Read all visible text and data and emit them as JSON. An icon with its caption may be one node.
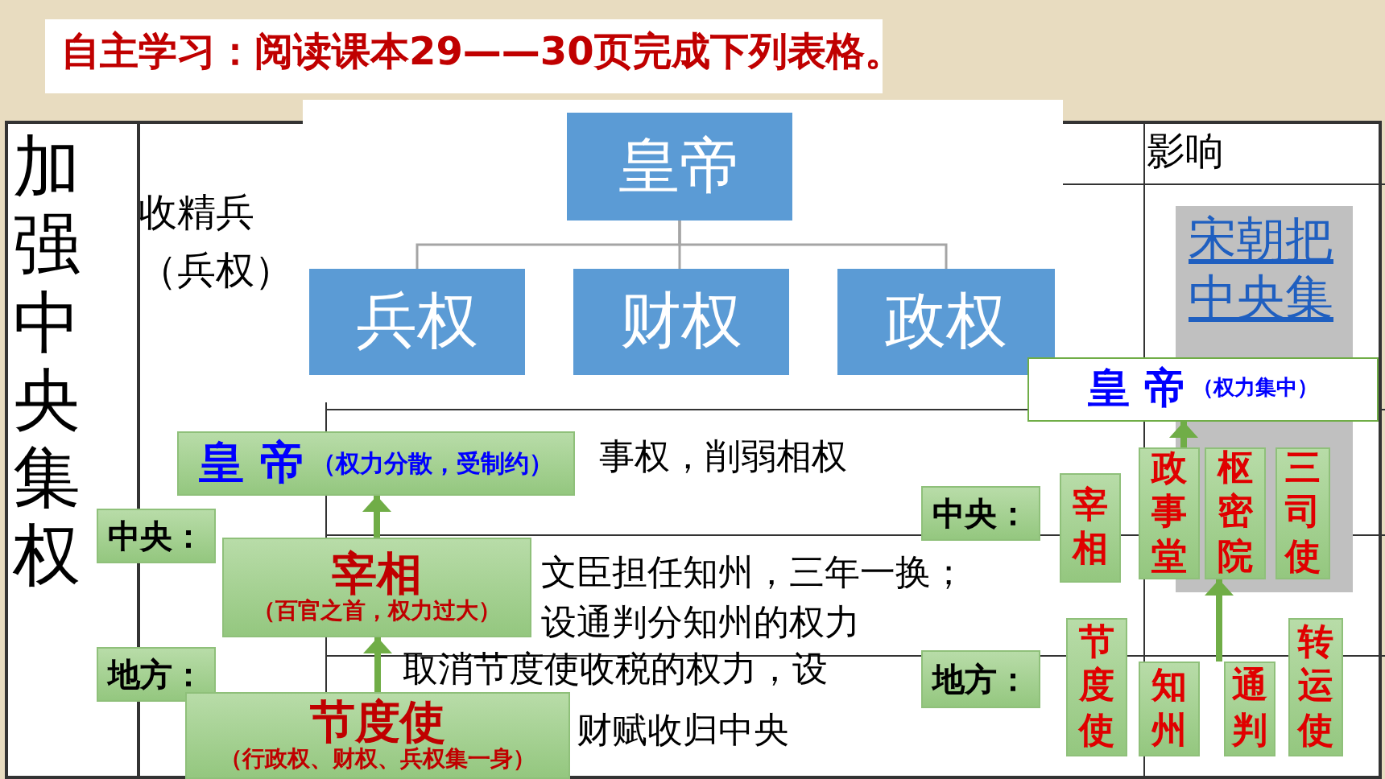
{
  "diagram": {
    "title": "自主学习：阅读课本29——30页完成下列表格。",
    "nodes": [
      {
        "text": [
          "皇帝"
        ]
      },
      {
        "text": [
          "兵权"
        ]
      },
      {
        "text": [
          "财权"
        ]
      },
      {
        "text": [
          "政权"
        ]
      },
      {
        "text": [
          "皇 帝",
          "（权力分散，受制约）"
        ]
      },
      {
        "text": [
          "中央："
        ]
      },
      {
        "text": [
          "宰相",
          "（百官之首，权力过大）"
        ]
      },
      {
        "text": [
          "地方："
        ]
      },
      {
        "text": [
          "节度使",
          "（行政权、财权、兵权集一身）"
        ]
      },
      {
        "text": [
          "皇 帝",
          "（权力集中）"
        ]
      },
      {
        "text": [
          "中央："
        ]
      },
      {
        "text": [
          "宰相"
        ]
      },
      {
        "text": [
          "政事堂"
        ]
      },
      {
        "text": [
          "枢密院"
        ]
      },
      {
        "text": [
          "三司使"
        ]
      },
      {
        "text": [
          "地方："
        ]
      },
      {
        "text": [
          "节度使"
        ]
      },
      {
        "text": [
          "知州"
        ]
      },
      {
        "text": [
          "通判"
        ]
      },
      {
        "text": [
          "转运使"
        ]
      }
    ],
    "edges": [
      {
        "from": 0,
        "to": 1,
        "arrow": "none",
        "color": "#a5a5a5"
      },
      {
        "from": 0,
        "to": 2,
        "arrow": "none",
        "color": "#a5a5a5"
      },
      {
        "from": 0,
        "to": 3,
        "arrow": "none",
        "color": "#a5a5a5"
      },
      {
        "from": 6,
        "to": 4,
        "arrow": "to",
        "color": "#70ad47"
      },
      {
        "from": 8,
        "to": 6,
        "arrow": "to",
        "color": "#70ad47"
      },
      {
        "from": 12,
        "to": 9,
        "arrow": "to",
        "color": "#70ad47"
      },
      {
        "from": 18,
        "to": 13,
        "arrow": "to",
        "color": "#70ad47"
      }
    ],
    "labels": [
      "加强中央集权",
      "影响",
      "收精兵",
      "（兵权）",
      "宋朝把中央集",
      "事权，削弱相权",
      "文臣担任知州，三年一换；",
      "设通判分知州的权力",
      "取消节度使收税的权力，设",
      "财赋收归中央"
    ]
  }
}
